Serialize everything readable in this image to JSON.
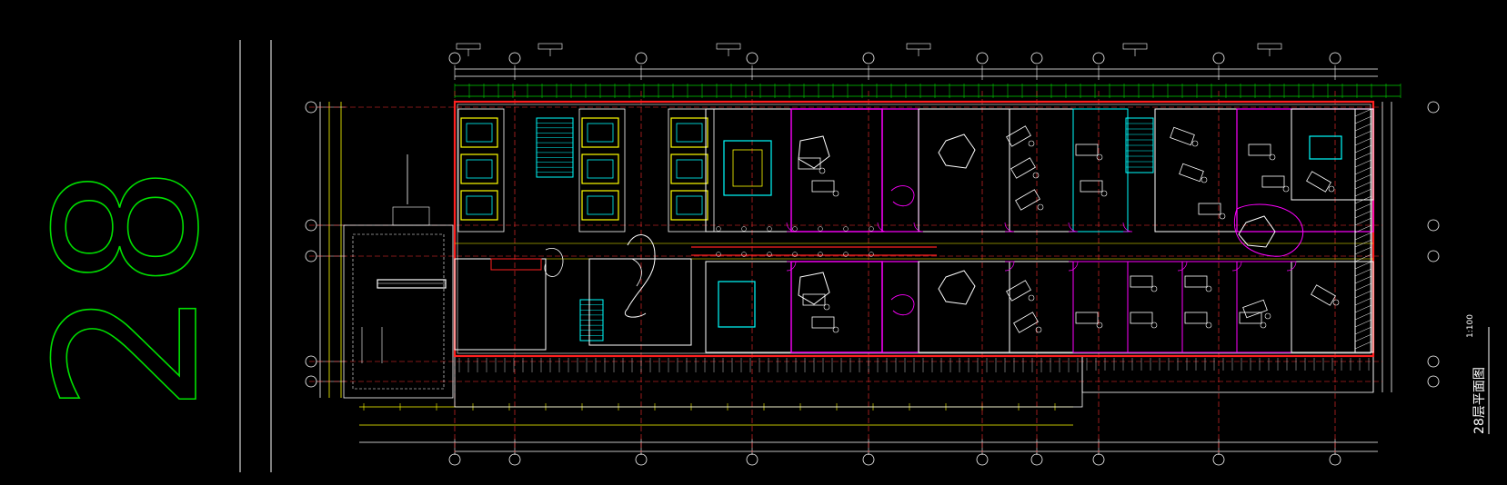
{
  "sheet": {
    "number": "28",
    "title": "28层平面图",
    "scale": "1:100"
  },
  "colors": {
    "background": "#000000",
    "sheet_number": "#00e000",
    "frame_line": "#ffffff",
    "outer_wall": "#ff2020",
    "partition": "#ff00ff",
    "core": "#00ffff",
    "furniture": "#ffffff",
    "dimension": "#ffff00",
    "grid_line": "#ff3030",
    "green_dims": "#00d000",
    "door": "#ff00ff",
    "balcony": "#ffffff"
  }
}
